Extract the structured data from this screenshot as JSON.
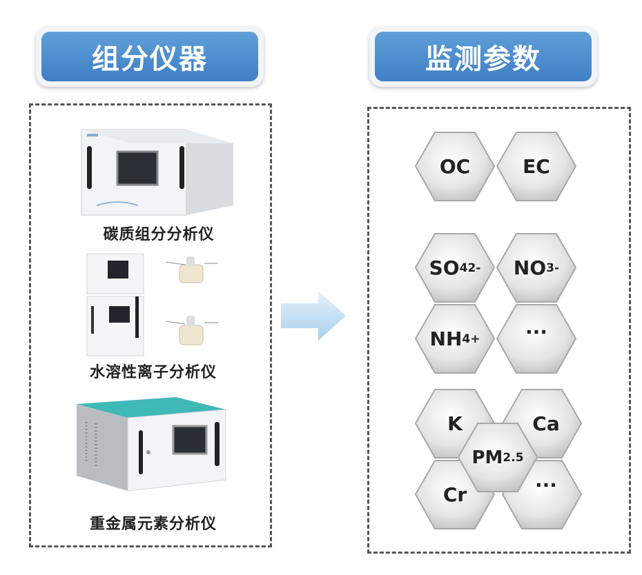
{
  "left_header": "组分仪器",
  "right_header": "监测参数",
  "instruments": [
    {
      "caption": "碳质组分分析仪"
    },
    {
      "caption": "水溶性离子分析仪"
    },
    {
      "caption": "重金属元素分析仪"
    }
  ],
  "params": {
    "oc": "OC",
    "ec": "EC",
    "so4": {
      "base": "SO",
      "sub": "4",
      "sup": "2-"
    },
    "no3": {
      "base": "NO",
      "sub": "3",
      "sup": "-"
    },
    "nh4": {
      "base": "NH",
      "sub": "4",
      "sup": "+"
    },
    "ellipsis_1": "···",
    "k": "K",
    "ca": "Ca",
    "pm": {
      "base": "PM",
      "sub": "2.5"
    },
    "cr": "Cr",
    "ellipsis_2": "···"
  },
  "colors": {
    "header_blue": "#4a8bcf",
    "teal_lid": "#3fb8b8",
    "arrow": "#bcdcf2"
  }
}
